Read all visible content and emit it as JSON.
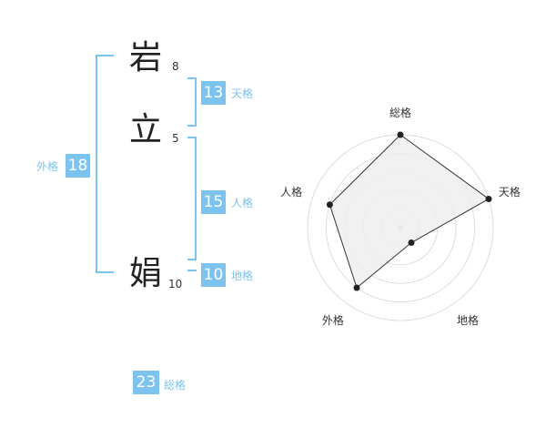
{
  "name": {
    "chars": [
      {
        "kanji": "岩",
        "strokes": "8"
      },
      {
        "kanji": "立",
        "strokes": "5"
      },
      {
        "kanji": "娟",
        "strokes": "10"
      }
    ]
  },
  "kakusu": {
    "tenkaku": {
      "value": "13",
      "label": "天格"
    },
    "jinkaku": {
      "value": "15",
      "label": "人格"
    },
    "chikaku": {
      "value": "10",
      "label": "地格"
    },
    "gaikaku": {
      "value": "18",
      "label": "外格"
    },
    "soukaku": {
      "value": "23",
      "label": "総格"
    }
  },
  "colors": {
    "accent": "#7cc3f0",
    "text": "#222222",
    "radar_fill": "#eeeeee",
    "radar_line": "#333333"
  },
  "chart_data": {
    "type": "radar",
    "axes": [
      "総格",
      "天格",
      "地格",
      "外格",
      "人格"
    ],
    "values": [
      5,
      5,
      1,
      4,
      4
    ],
    "rlim": [
      0,
      5
    ],
    "rings": 5
  }
}
